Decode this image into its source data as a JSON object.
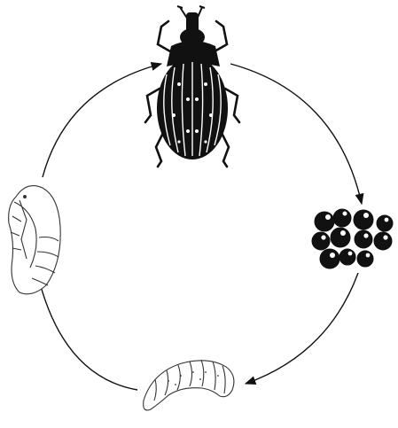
{
  "diagram": {
    "type": "life-cycle",
    "stages": [
      {
        "name": "adult-weevil",
        "icon": "weevil-adult-icon"
      },
      {
        "name": "eggs",
        "icon": "egg-cluster-icon"
      },
      {
        "name": "larva",
        "icon": "larva-grub-icon"
      },
      {
        "name": "pupa",
        "icon": "pupa-icon"
      }
    ],
    "arrow_direction": "clockwise",
    "colors": {
      "ink": "#111111",
      "background": "#ffffff"
    }
  }
}
